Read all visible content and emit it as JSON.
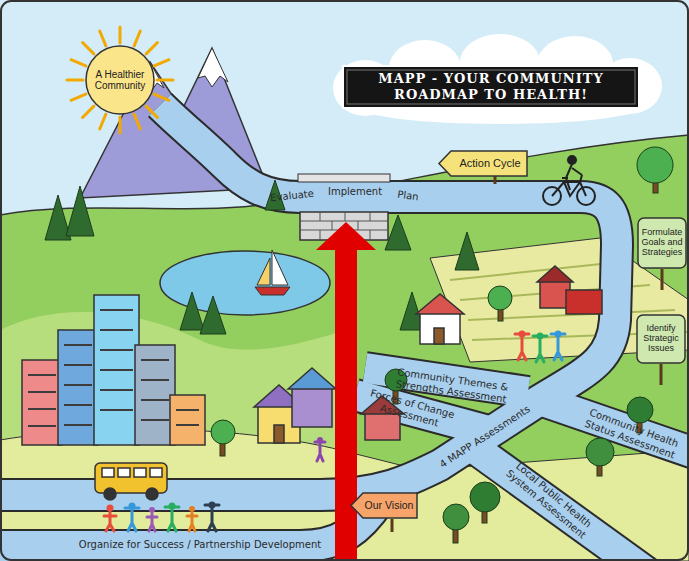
{
  "diagram": {
    "title": "MAPP - YOUR COMMUNITY ROADMAP TO HEALTH!",
    "nodes": [
      {
        "text": [
          "A Healthier Community"
        ]
      },
      {
        "text": [
          "Action Cycle"
        ]
      },
      {
        "text": [
          "Formulate Goals and Strategies"
        ]
      },
      {
        "text": [
          "Identify Strategic Issues"
        ]
      },
      {
        "text": [
          "Our Vision"
        ]
      }
    ],
    "labels": [
      "Evaluate",
      "Implement",
      "Plan",
      "Community Themes & Strengths Assessment",
      "Forces of Change Assessment",
      "Community Health Status Assessment",
      "4 MAPP Assessments",
      "Local Public Health System Assessment",
      "Organize for Success / Partnership Development"
    ]
  }
}
